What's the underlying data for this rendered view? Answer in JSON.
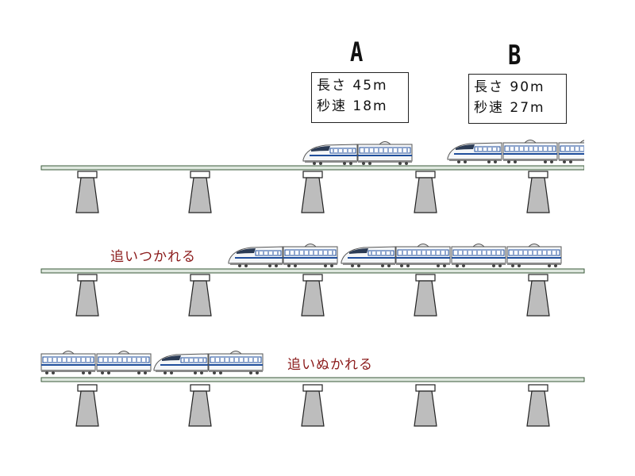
{
  "trains": {
    "A": {
      "label": "A",
      "length_line": "長さ 45m",
      "speed_line": "秒速 18m",
      "cars": 2
    },
    "B": {
      "label": "B",
      "length_line": "長さ 90m",
      "speed_line": "秒速 27m",
      "cars": 4
    }
  },
  "scenes": [
    {
      "caption": ""
    },
    {
      "caption": "追いつかれる"
    },
    {
      "caption": "追いぬかれる"
    }
  ],
  "colors": {
    "rail": "#3a5a3a",
    "pier": "#bdbdbd",
    "caption": "#8b1a1a",
    "stripe": "#1f4e9c"
  }
}
